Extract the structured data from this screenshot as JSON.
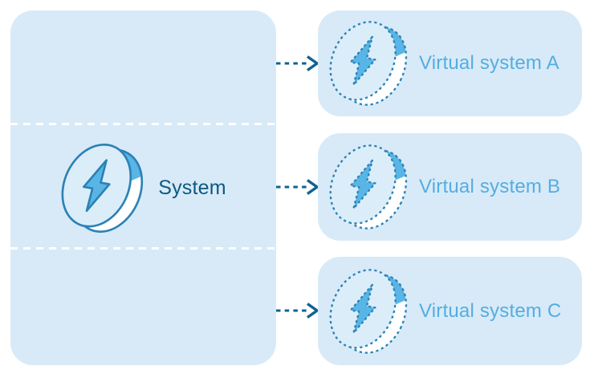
{
  "diagram": {
    "system": {
      "label": "System",
      "icon": "disk-lightning-icon"
    },
    "virtual_systems": [
      {
        "label": "Virtual system A",
        "icon": "disk-lightning-dashed-icon"
      },
      {
        "label": "Virtual system B",
        "icon": "disk-lightning-dashed-icon"
      },
      {
        "label": "Virtual system C",
        "icon": "disk-lightning-dashed-icon"
      }
    ],
    "colors": {
      "canvas_bg": "#ffffff",
      "panel_bg": "#d8eaf7",
      "system_label": "#0d5982",
      "virtual_label": "#54ade2",
      "icon_stroke": "#2b82b5",
      "icon_accent": "#58b5e6",
      "icon_face": "#dcedfa",
      "icon_rim": "#ffffff",
      "arrow": "#11618f",
      "separator": "#ffffff"
    }
  }
}
